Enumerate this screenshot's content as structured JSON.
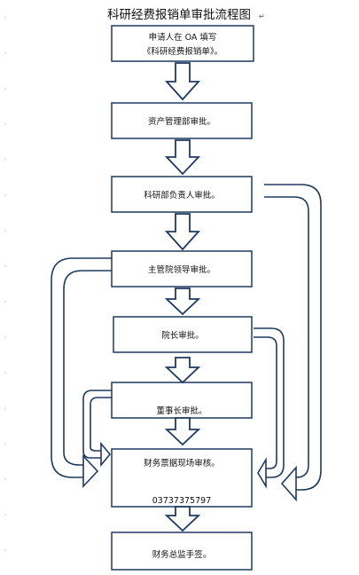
{
  "title": "科研经费报销单审批流程图",
  "steps": {
    "s1_line1": "申请人在 OA 填写",
    "s1_line2": "《科研经费报销单》。",
    "s2": "资产管理部审批。",
    "s3": "科研部负责人审批。",
    "s4": "主管院领导审批。",
    "s5": "院长审批。",
    "s6": "董事长审批。",
    "s7": "财务票据现场审核。",
    "s7_phone": "03737375797",
    "s8": "财务总监手签。"
  },
  "colors": {
    "stroke": "#1f3a60",
    "text": "#111111"
  }
}
